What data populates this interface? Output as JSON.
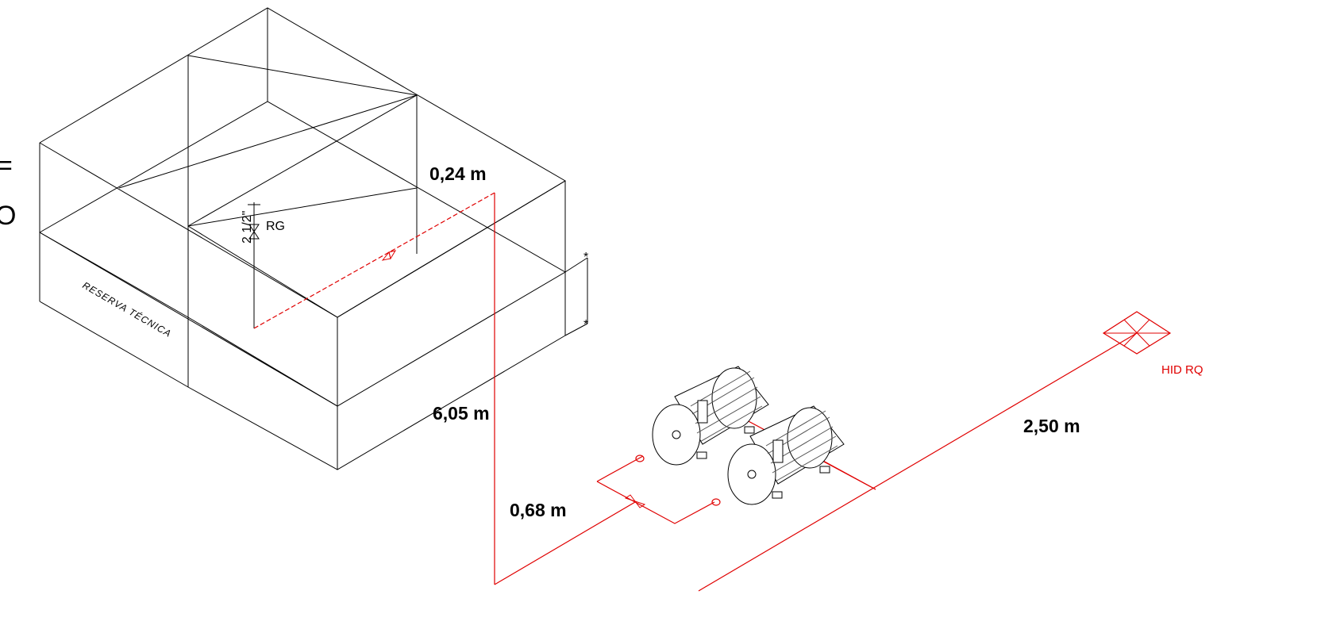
{
  "labels": {
    "dim_top": "0,24 m",
    "dim_mid": "6,05 m",
    "dim_low": "0,68 m",
    "dim_right": "2,50 m",
    "pipe_diameter": "2 1/2\"",
    "valve_tag": "RG",
    "tank_area": "RESERVA TÉCNICA",
    "hydrant": "HID RQ",
    "edge_top": "=",
    "edge_bottom": "O"
  },
  "colors": {
    "pipe": "#e00000",
    "structure": "#000000",
    "pump_fill": "#ffffff",
    "pump_hatch": "#555555"
  },
  "icons": [
    "pump-icon",
    "valve-icon",
    "hydrant-icon"
  ]
}
